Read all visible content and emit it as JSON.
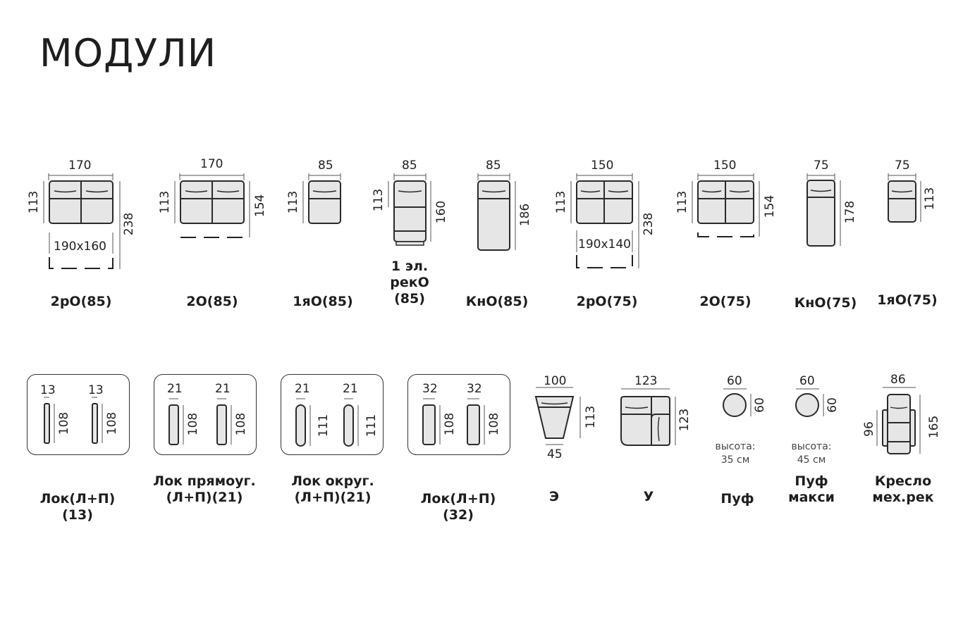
{
  "page": {
    "title": "МОДУЛИ"
  },
  "modules_row1": [
    {
      "name": "2рО(85)",
      "width": "170",
      "height": "113",
      "depth": "238",
      "bed": "190x160"
    },
    {
      "name": "2О(85)",
      "width": "170",
      "height": "113",
      "depth": "154"
    },
    {
      "name": "1яО(85)",
      "width": "85",
      "height": "113"
    },
    {
      "name": "1 эл.\nрекО\n(85)",
      "width": "85",
      "height": "113",
      "depth": "160"
    },
    {
      "name": "КнО(85)",
      "width": "85",
      "depth": "186"
    },
    {
      "name": "2рО(75)",
      "width": "150",
      "height": "113",
      "depth": "238",
      "bed": "190x140"
    },
    {
      "name": "2О(75)",
      "width": "150",
      "height": "113",
      "depth": "154"
    },
    {
      "name": "КнО(75)",
      "width": "75",
      "depth": "178"
    },
    {
      "name": "1яО(75)",
      "width": "75",
      "depth": "113"
    }
  ],
  "modules_row2": [
    {
      "name": "Лок(Л+П)(13)",
      "left_width": "13",
      "left_depth": "108",
      "right_width": "13",
      "right_depth": "108"
    },
    {
      "name": "Лок прямоуг.\n(Л+П)(21)",
      "left_width": "21",
      "left_depth": "108",
      "right_width": "21",
      "right_depth": "108"
    },
    {
      "name": "Лок округ.\n(Л+П)(21)",
      "left_width": "21",
      "left_depth": "111",
      "right_width": "21",
      "right_depth": "111"
    },
    {
      "name": "Лок(Л+П)(32)",
      "left_width": "32",
      "left_depth": "108",
      "right_width": "32",
      "right_depth": "108"
    },
    {
      "name": "Э",
      "width": "100",
      "depth": "113",
      "bottom": "45"
    },
    {
      "name": "У",
      "width": "123",
      "depth": "123"
    },
    {
      "name": "Пуф",
      "width": "60",
      "depth": "60",
      "note": "высота:\n35 см"
    },
    {
      "name": "Пуф\nмакси",
      "width": "60",
      "depth": "60",
      "note": "высота:\n45 см"
    },
    {
      "name": "Кресло\nмех.рек",
      "width": "86",
      "height": "96",
      "depth": "165"
    }
  ]
}
